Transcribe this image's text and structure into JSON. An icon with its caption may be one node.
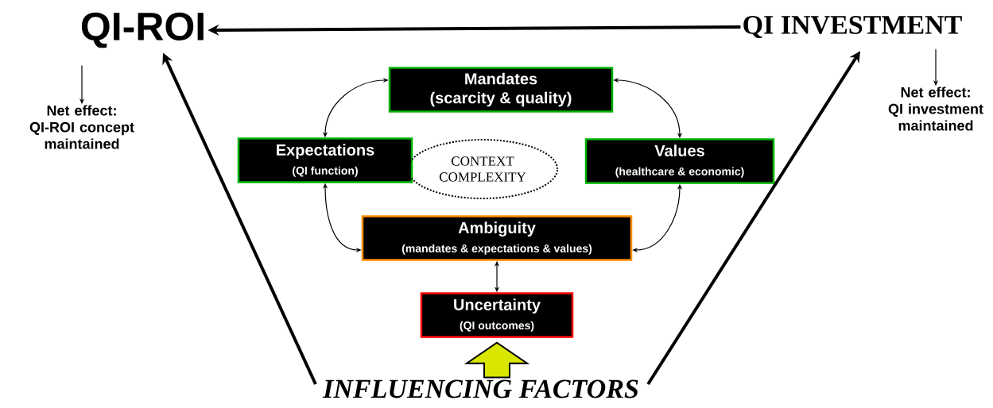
{
  "diagram": {
    "nodes": [
      {
        "text": [
          "QI-ROI"
        ]
      },
      {
        "text": [
          "QI INVESTMENT"
        ]
      },
      {
        "text": [
          "Net effect:",
          "QI-ROI concept maintained"
        ]
      },
      {
        "text": [
          "Net effect:",
          "QI investment maintained"
        ]
      },
      {
        "text": [
          "Mandates",
          "(scarcity & quality)"
        ]
      },
      {
        "text": [
          "Expectations",
          "(QI function)"
        ]
      },
      {
        "text": [
          "CONTEXT COMPLEXITY"
        ]
      },
      {
        "text": [
          "Values",
          "(healthcare & economic)"
        ]
      },
      {
        "text": [
          "Ambiguity",
          "(mandates & expectations & values)"
        ]
      },
      {
        "text": [
          "Uncertainty",
          "(QI outcomes)"
        ]
      },
      {
        "text": [
          "INFLUENCING FACTORS"
        ]
      }
    ],
    "edges": [
      {
        "from": 1,
        "to": 0,
        "arrow": "to",
        "style": "thick"
      },
      {
        "from": 0,
        "to": 2,
        "arrow": "to"
      },
      {
        "from": 1,
        "to": 3,
        "arrow": "to"
      },
      {
        "from": 4,
        "to": 5,
        "arrow": "both"
      },
      {
        "from": 4,
        "to": 7,
        "arrow": "both"
      },
      {
        "from": 5,
        "to": 8,
        "arrow": "both"
      },
      {
        "from": 7,
        "to": 8,
        "arrow": "both"
      },
      {
        "from": 8,
        "to": 9,
        "arrow": "both"
      },
      {
        "from": 10,
        "to": 9,
        "arrow": "to",
        "style": "thick",
        "color": "#d8e600"
      },
      {
        "from": 10,
        "to": 0,
        "arrow": "to",
        "style": "thick"
      },
      {
        "from": 10,
        "to": 1,
        "arrow": "to",
        "style": "thick"
      }
    ]
  }
}
